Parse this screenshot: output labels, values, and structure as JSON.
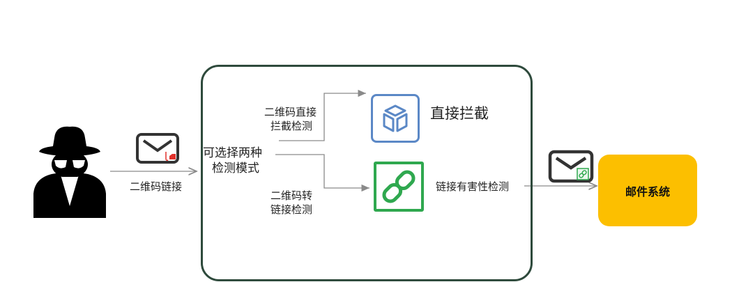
{
  "diagram": {
    "attacker": {
      "icon": "spy-icon",
      "label": ""
    },
    "input_link_label": "二维码链接",
    "main_box": {
      "mode_label_line1": "可选择两种",
      "mode_label_line2": "检测模式",
      "branch_top_line1": "二维码直接",
      "branch_top_line2": "拦截检测",
      "branch_bottom_line1": "二维码转",
      "branch_bottom_line2": "链接检测",
      "block_title": "直接拦截",
      "link_check_label": "链接有害性检测"
    },
    "target": {
      "label": "邮件系统"
    },
    "colors": {
      "box_border": "#2e4a3c",
      "cube_blue": "#5b88c6",
      "link_green": "#2fa84f",
      "mail_system_yellow": "#fcbf00",
      "hook_red": "#e0312b",
      "arrow_gray": "#8a8a8a"
    }
  }
}
